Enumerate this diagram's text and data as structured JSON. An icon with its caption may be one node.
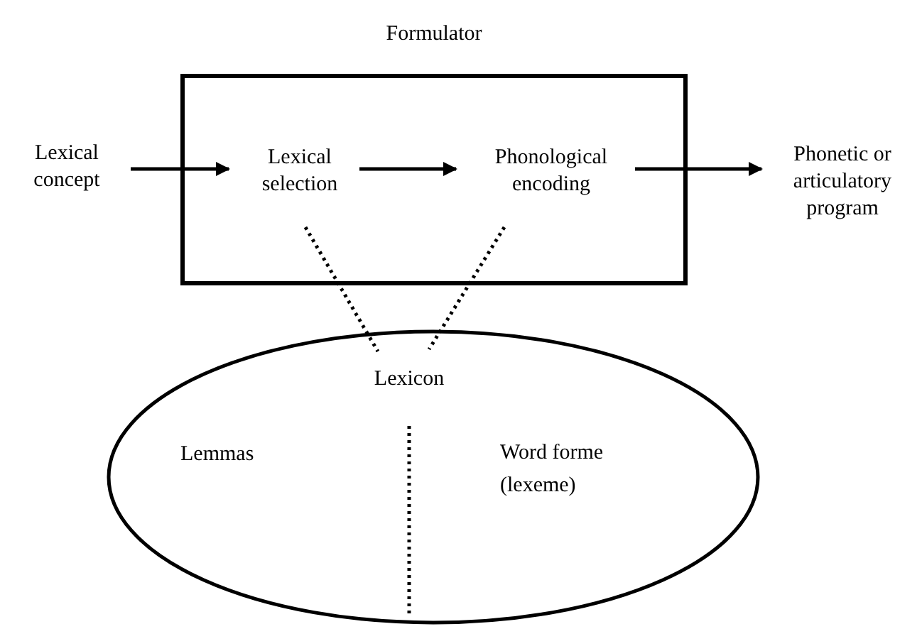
{
  "diagram": {
    "nodes": [
      {
        "text": [
          "Formulator"
        ]
      },
      {
        "text": [
          "Lexical concept"
        ]
      },
      {
        "text": [
          "Lexical selection"
        ],
        "in": 0
      },
      {
        "text": [
          "Phonological encoding"
        ],
        "in": 0
      },
      {
        "text": [
          "Phonetic or articulatory program"
        ]
      },
      {
        "text": [
          "Lexicon",
          "Lemmas",
          "Word forme (lexeme)"
        ]
      }
    ],
    "edges": [
      {
        "from": 1,
        "to": 2,
        "arrow": "to"
      },
      {
        "from": 2,
        "to": 3,
        "arrow": "to"
      },
      {
        "from": 3,
        "to": 4,
        "arrow": "to"
      },
      {
        "from": 2,
        "to": 5,
        "arrow": "none",
        "style": "dashed"
      },
      {
        "from": 3,
        "to": 5,
        "arrow": "none",
        "style": "dashed"
      }
    ]
  }
}
